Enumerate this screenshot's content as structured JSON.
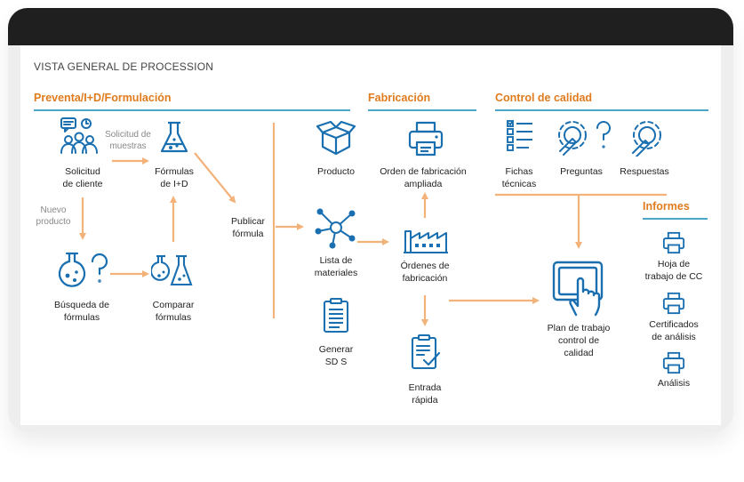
{
  "title": "VISTA GENERAL DE PROCESSION",
  "sections": {
    "preventa": "Preventa/I+D/Formulación",
    "fabricacion": "Fabricación",
    "control": "Control de calidad",
    "informes": "Informes"
  },
  "nodes": {
    "solicitud": "Solicitud\nde cliente",
    "formulas": "Fórmulas\nde I+D",
    "busqueda": "Búsqueda de\nfórmulas",
    "comparar": "Comparar\nfórmulas",
    "publicar": "Publicar\nfórmula",
    "producto": "Producto",
    "lista": "Lista de\nmateriales",
    "generar": "Generar\nSD S",
    "orden_ampliada": "Orden de fabricación\nampliada",
    "ordenes": "Órdenes de\nfabricación",
    "entrada": "Entrada\nrápida",
    "fichas": "Fichas\ntécnicas",
    "preguntas": "Preguntas",
    "respuestas": "Respuestas",
    "plan": "Plan de trabajo\ncontrol de\ncalidad",
    "hoja": "Hoja de\ntrabajo de CC",
    "certificados": "Certificados\nde análisis",
    "analisis": "Análisis"
  },
  "notes": {
    "solicitud_muestras": "Solicitud de\nmuestras",
    "nuevo_producto": "Nuevo\nproducto"
  },
  "colors": {
    "accent": "#e07b1e",
    "icon": "#1a6fb0",
    "arrow": "#f2b27a",
    "rule": "#4aa6c9"
  }
}
